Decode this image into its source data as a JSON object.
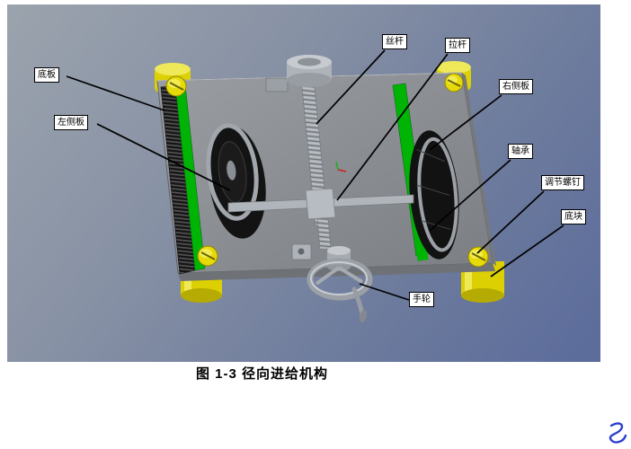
{
  "figure": {
    "caption": "图 1-3 径向进给机构",
    "labels": [
      {
        "text": "底板"
      },
      {
        "text": "左侧板"
      },
      {
        "text": "丝杆"
      },
      {
        "text": "拉杆"
      },
      {
        "text": "右侧板"
      },
      {
        "text": "轴承"
      },
      {
        "text": "调节螺钉"
      },
      {
        "text": "底块"
      },
      {
        "text": "手轮"
      }
    ],
    "colors": {
      "background_top_left": "#9ba3ad",
      "background_bottom_right": "#5b6b9b",
      "plate_gray": "#8d9095",
      "side_plate_green": "#00b406",
      "feet_yellow": "#ddd104",
      "disc_black": "#131313",
      "label_border": "#000000",
      "leader_line": "#000000",
      "annotation_scribble_blue": "#2b3fd0"
    }
  }
}
